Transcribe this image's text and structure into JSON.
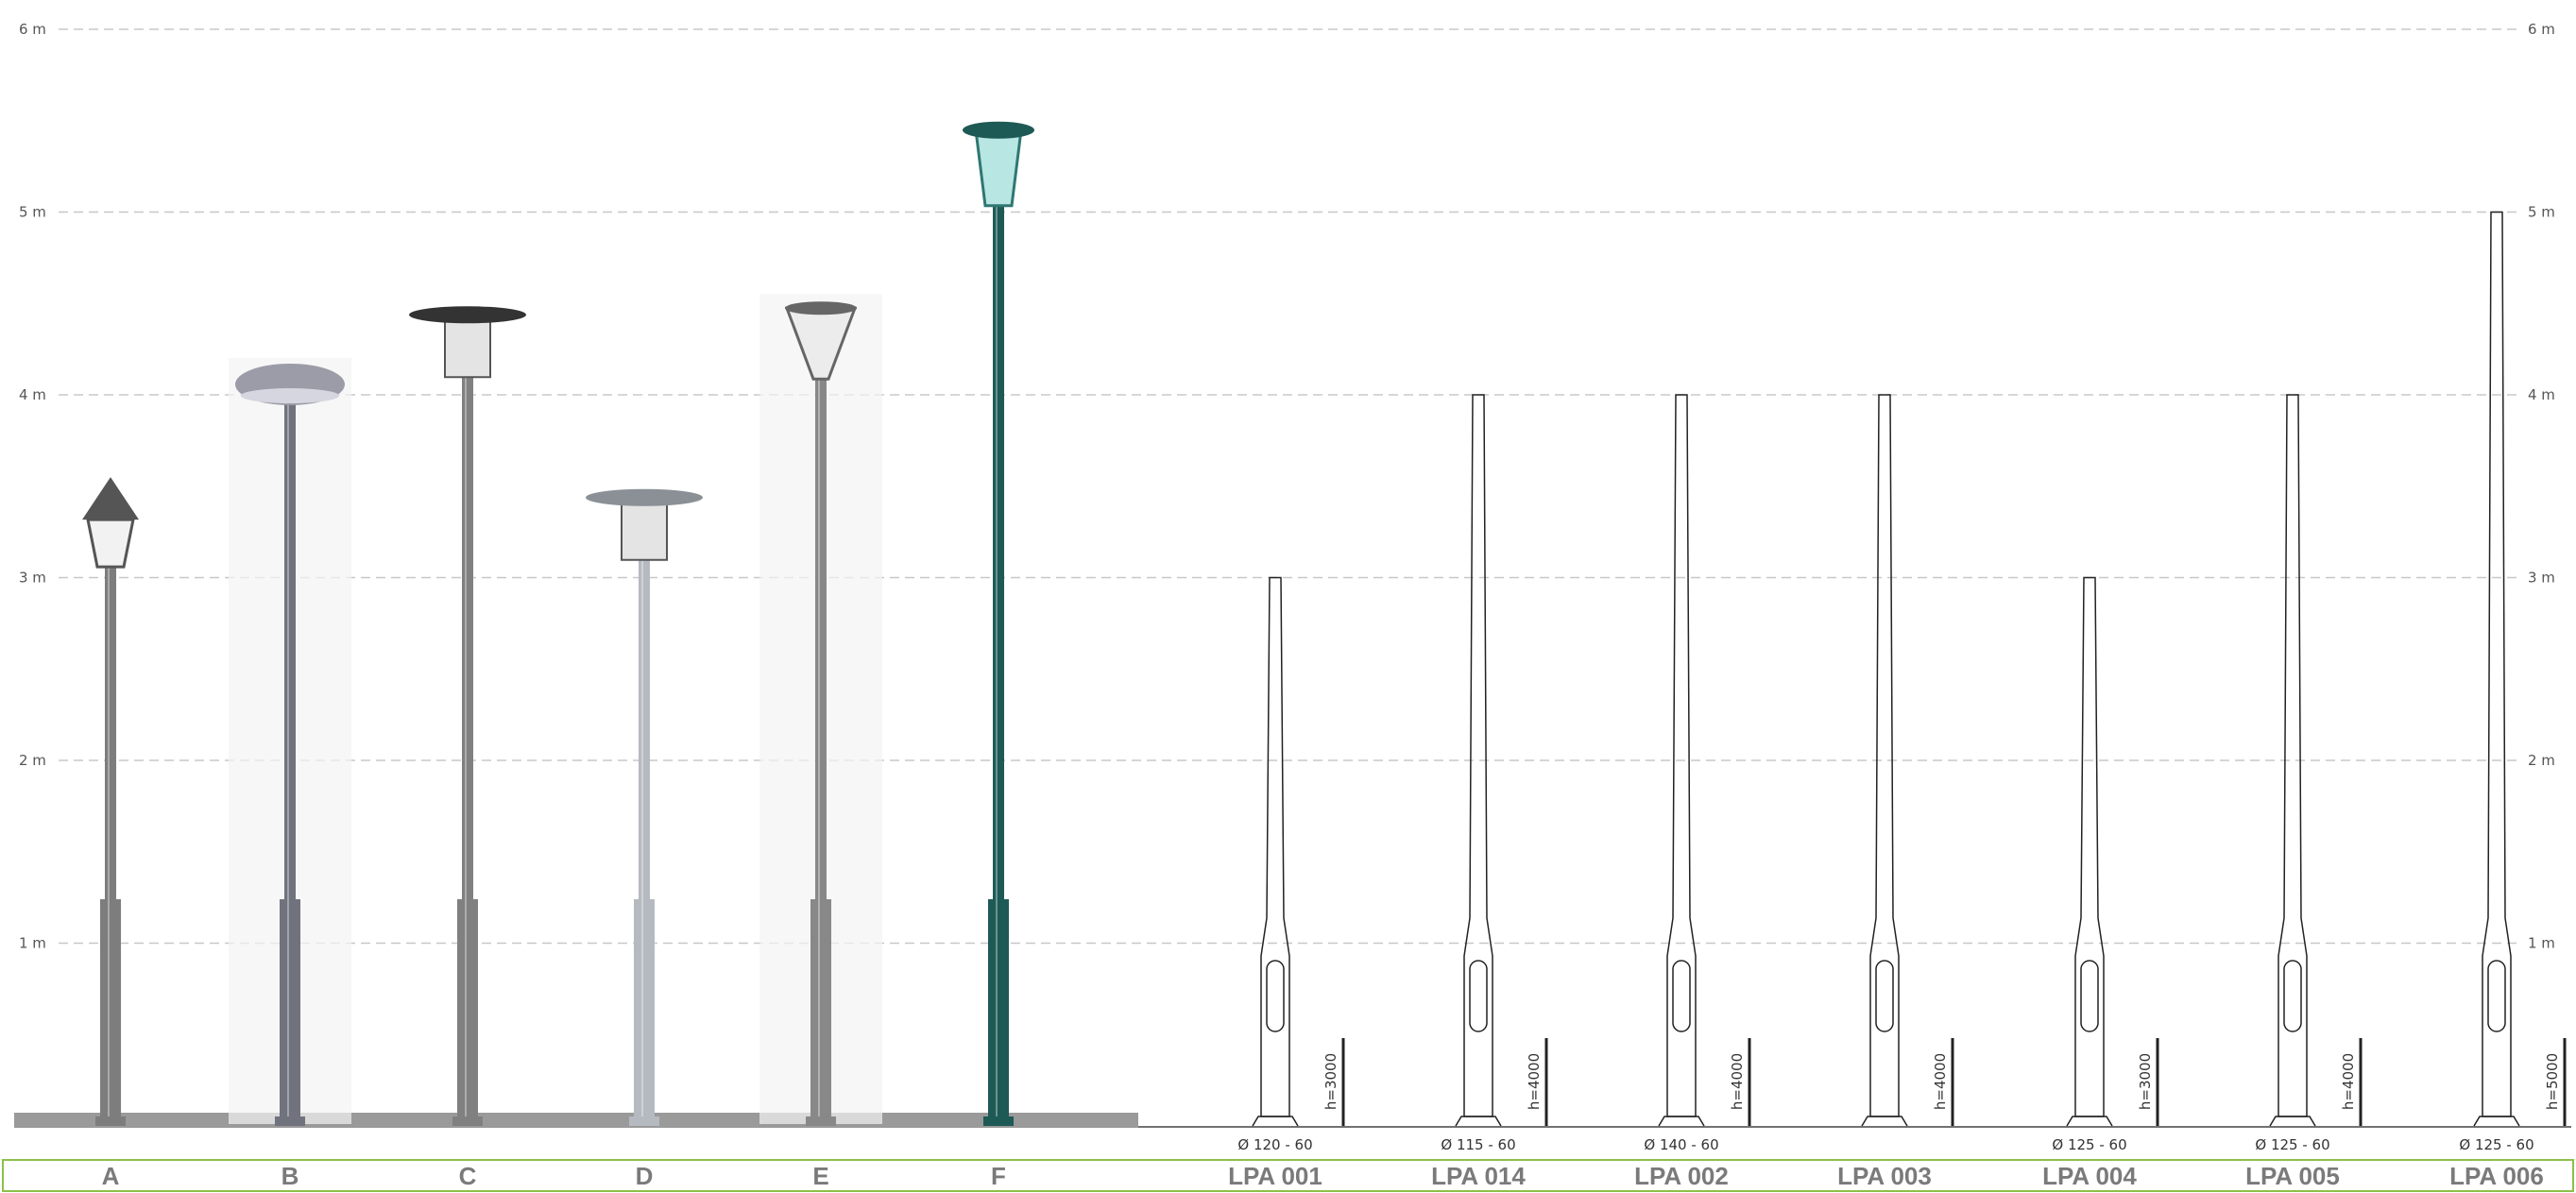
{
  "height_markers": [
    "6 m",
    "5 m",
    "4 m",
    "3 m",
    "2 m",
    "1 m"
  ],
  "photo_poles": [
    {
      "label": "A",
      "height_m": 3.55,
      "lamp": "lantern",
      "color": "#7d7d7d"
    },
    {
      "label": "B",
      "height_m": 4.15,
      "lamp": "mushroom",
      "color": "#70727e"
    },
    {
      "label": "C",
      "height_m": 4.5,
      "lamp": "disc-cylinder",
      "color": "#808080"
    },
    {
      "label": "D",
      "height_m": 3.5,
      "lamp": "disc-cylinder",
      "color": "#b4bac0"
    },
    {
      "label": "E",
      "height_m": 4.5,
      "lamp": "cone",
      "color": "#888888"
    },
    {
      "label": "F",
      "height_m": 5.5,
      "lamp": "bell",
      "color": "#1e5a55"
    }
  ],
  "drawings": [
    {
      "code": "LPA 001",
      "h": "h=3000",
      "height_m": 3,
      "diameter": "Ø 120 - 60"
    },
    {
      "code": "LPA 014",
      "h": "h=4000",
      "height_m": 4,
      "diameter": "Ø 115 - 60"
    },
    {
      "code": "LPA 002",
      "h": "h=4000",
      "height_m": 4,
      "diameter": "Ø 140 - 60"
    },
    {
      "code": "LPA 003",
      "h": "h=4000",
      "height_m": 4,
      "diameter": ""
    },
    {
      "code": "LPA 004",
      "h": "h=3000",
      "height_m": 3,
      "diameter": "Ø 125 - 60"
    },
    {
      "code": "LPA 005",
      "h": "h=4000",
      "height_m": 4,
      "diameter": "Ø 125 - 60"
    },
    {
      "code": "LPA 006",
      "h": "h=5000",
      "height_m": 5,
      "diameter": "Ø 125 - 60"
    }
  ],
  "colors": {
    "frame": "#8cc04a",
    "grid": "#c8c8c8",
    "ground": "#9a9a9a",
    "label": "#7a7a7a"
  }
}
